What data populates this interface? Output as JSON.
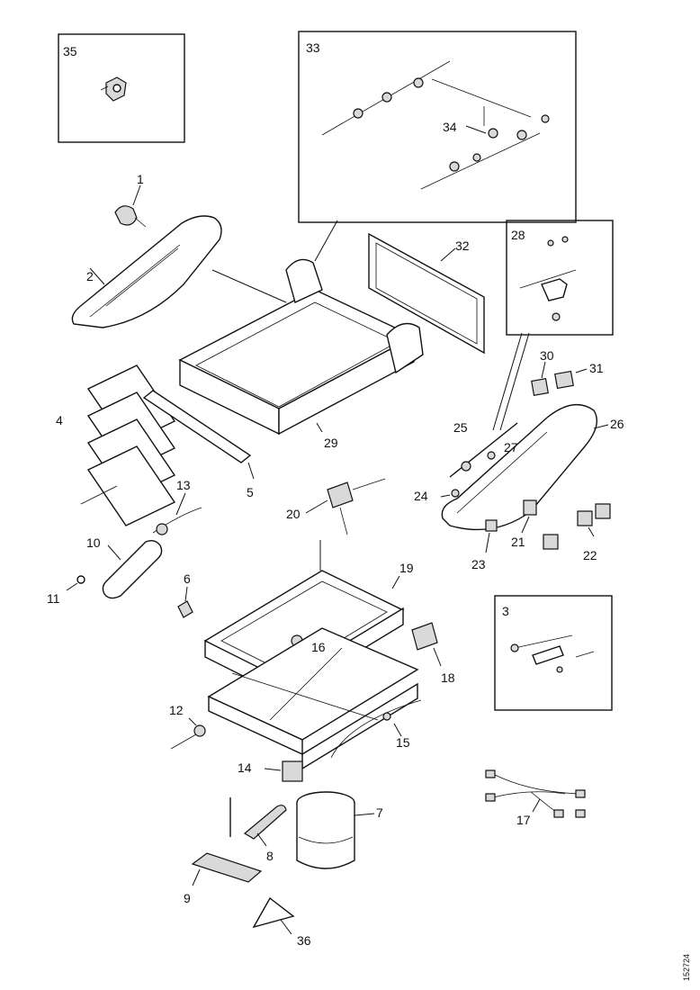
{
  "callouts": {
    "c1": "1",
    "c2": "2",
    "c3": "3",
    "c4": "4",
    "c5": "5",
    "c6": "6",
    "c7": "7",
    "c8": "8",
    "c9": "9",
    "c10": "10",
    "c11": "11",
    "c12": "12",
    "c13": "13",
    "c14": "14",
    "c15": "15",
    "c16": "16",
    "c17": "17",
    "c18": "18",
    "c19": "19",
    "c20": "20",
    "c21": "21",
    "c22": "22",
    "c23": "23",
    "c24": "24",
    "c25": "25",
    "c26": "26",
    "c27": "27",
    "c28": "28",
    "c29": "29",
    "c30": "30",
    "c31": "31",
    "c32": "32",
    "c33": "33",
    "c34": "34",
    "c35": "35",
    "c36": "36"
  },
  "drawing_code": "152724"
}
